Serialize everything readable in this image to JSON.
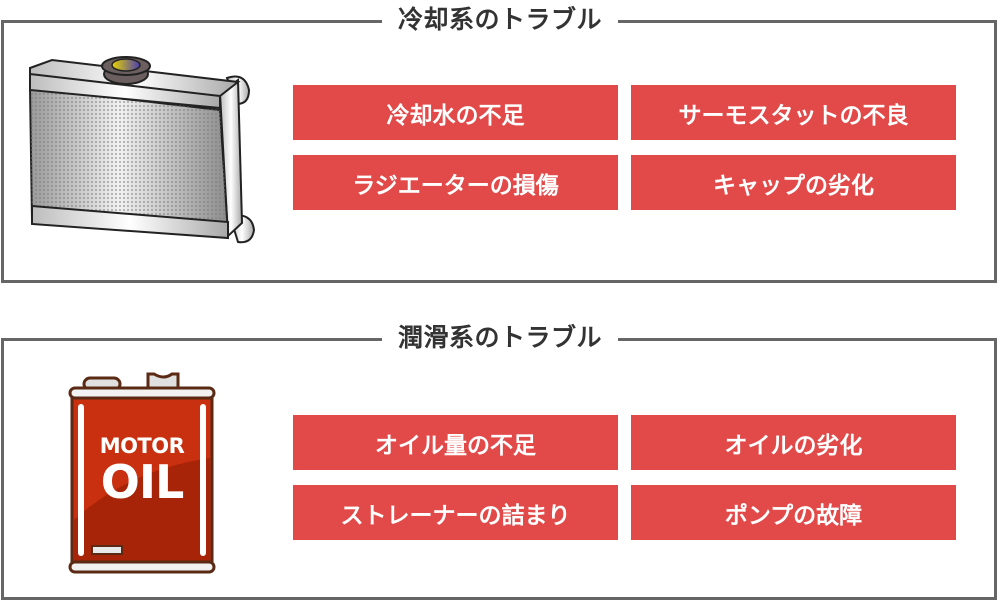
{
  "sections": [
    {
      "title": "冷却系のトラブル",
      "illustration": "radiator-icon",
      "items": [
        "冷却水の不足",
        "サーモスタットの不良",
        "ラジエーターの損傷",
        "キャップの劣化"
      ]
    },
    {
      "title": "潤滑系のトラブル",
      "illustration": "motor-oil-can-icon",
      "can_label_top": "MOTOR",
      "can_label_bottom": "OIL",
      "items": [
        "オイル量の不足",
        "オイルの劣化",
        "ストレーナーの詰まり",
        "ポンプの故障"
      ]
    }
  ],
  "colors": {
    "tag_bg": "#e24a4a",
    "tag_text": "#ffffff",
    "frame": "#666666",
    "title_text": "#333333",
    "oil_can_red": "#c8300f",
    "oil_can_outline": "#5a2a14"
  }
}
